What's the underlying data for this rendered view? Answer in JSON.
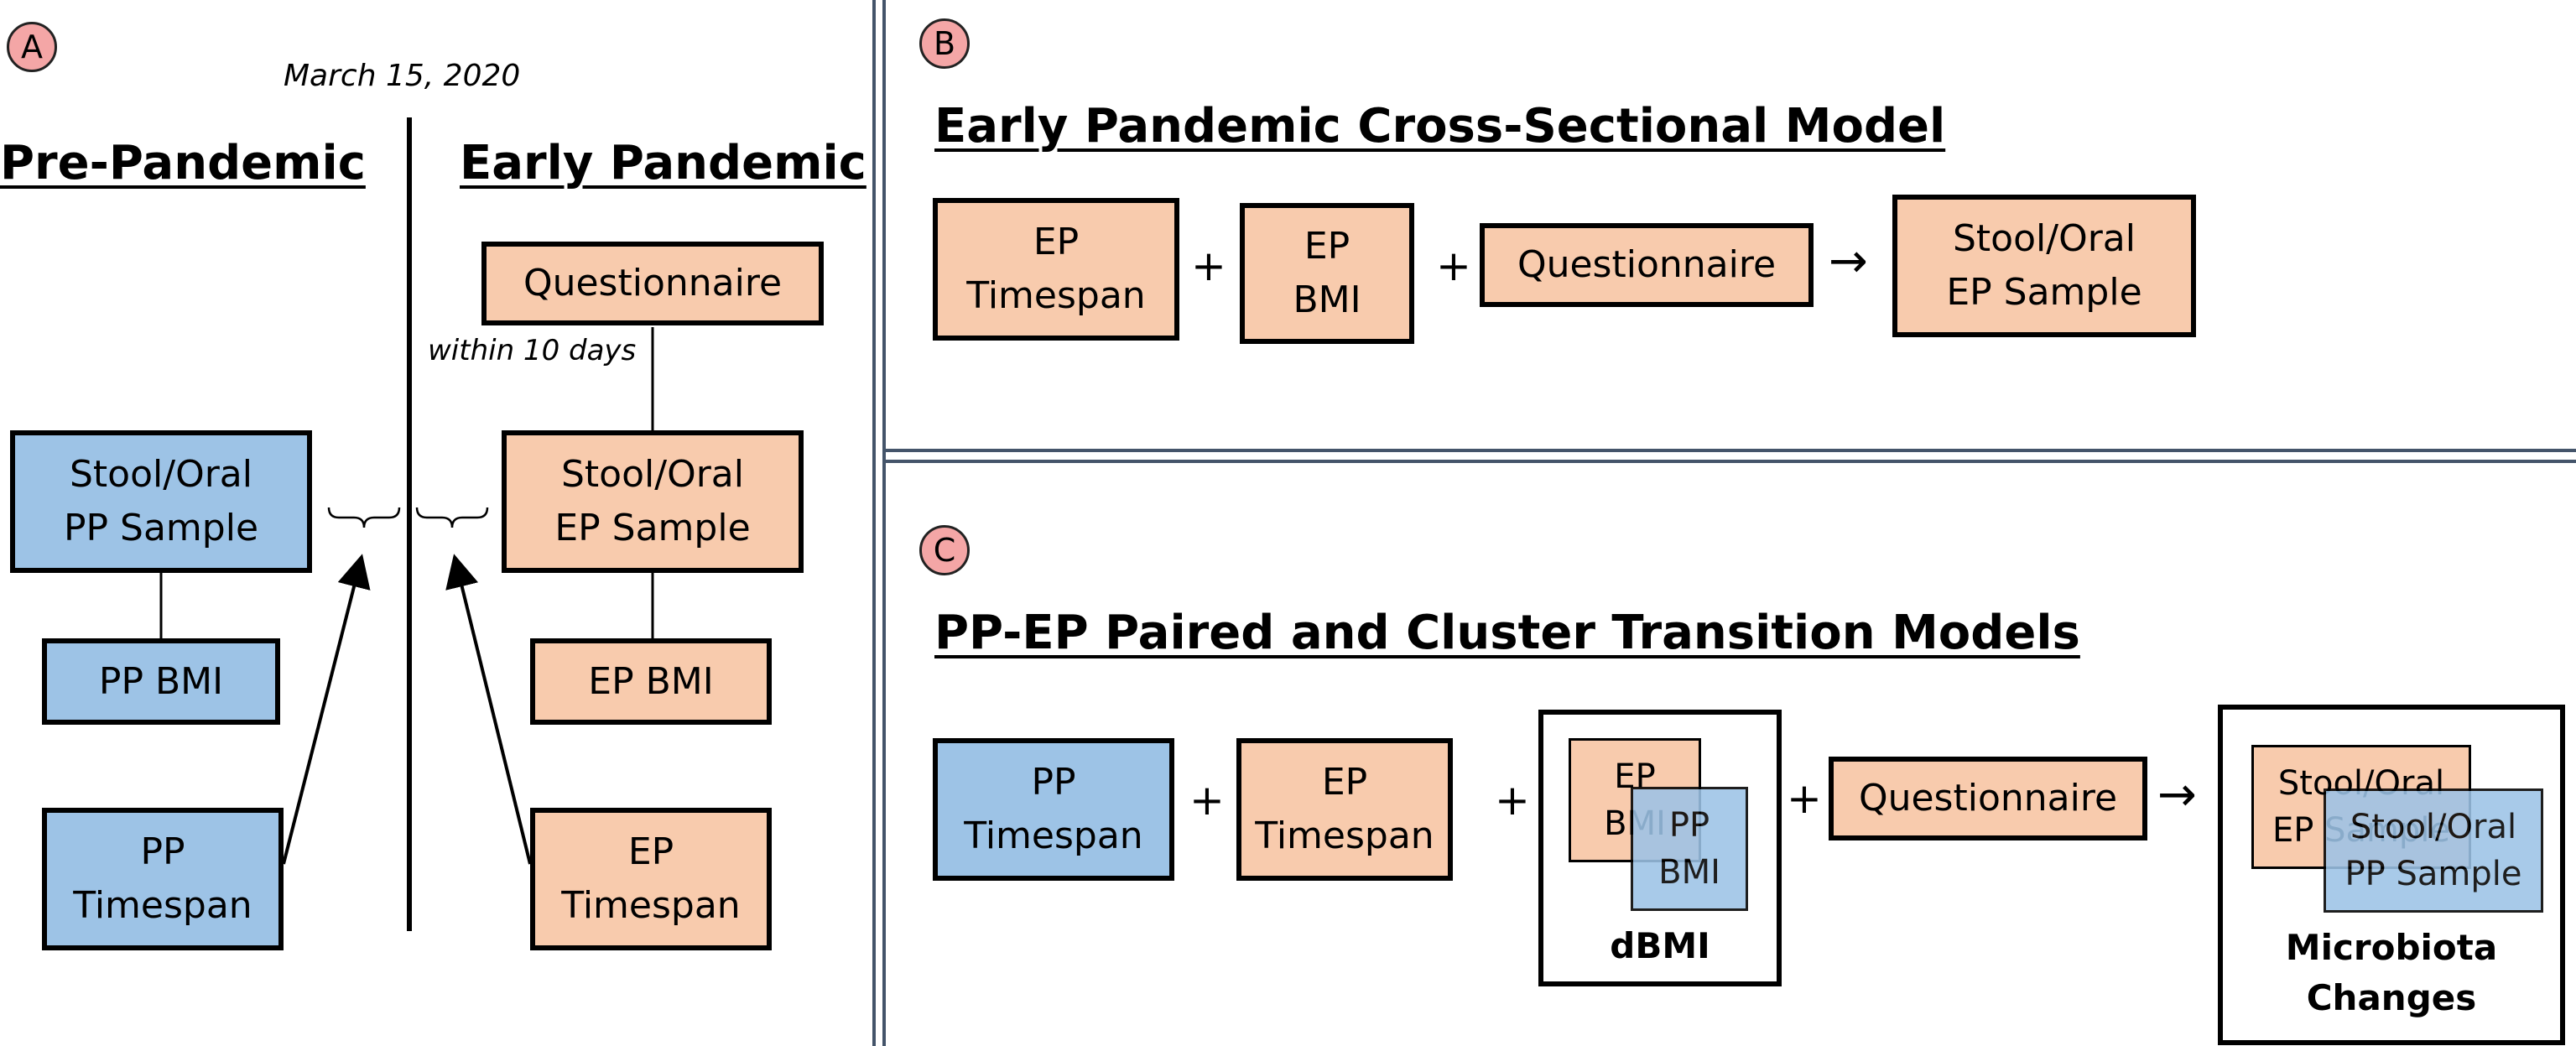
{
  "panel_a": {
    "badge": "A",
    "date_label": "March 15, 2020",
    "left_heading": "Pre-Pandemic",
    "right_heading": "Early Pandemic",
    "interval_label": "within 10 days",
    "boxes": {
      "questionnaire": "Questionnaire",
      "ep_sample": "Stool/Oral\nEP Sample",
      "ep_bmi": "EP BMI",
      "ep_timespan": "EP\nTimespan",
      "pp_sample": "Stool/Oral\nPP Sample",
      "pp_bmi": "PP BMI",
      "pp_timespan": "PP\nTimespan"
    }
  },
  "panel_b": {
    "badge": "B",
    "title": "Early Pandemic Cross-Sectional Model",
    "terms": [
      "EP\nTimespan",
      "EP\nBMI",
      "Questionnaire"
    ],
    "operators": [
      "+",
      "+"
    ],
    "arrow": "→",
    "result": "Stool/Oral\nEP Sample"
  },
  "panel_c": {
    "badge": "C",
    "title": "PP-EP Paired and Cluster Transition Models",
    "terms": [
      "PP\nTimespan",
      "EP\nTimespan",
      "Questionnaire"
    ],
    "operators": [
      "+",
      "+",
      "+"
    ],
    "arrow": "→",
    "dbmi": {
      "ep_bmi": "EP\nBMI",
      "pp_bmi": "PP\nBMI",
      "caption": "dBMI"
    },
    "microbiota": {
      "ep_sample": "Stool/Oral\nEP Sample",
      "pp_sample": "Stool/Oral\nPP Sample",
      "caption": "Microbiota\nChanges"
    }
  },
  "colors": {
    "ep": "#f8cbad",
    "pp": "#9dc3e6",
    "badge": "#f4a6a6",
    "divider": "#44546a"
  }
}
